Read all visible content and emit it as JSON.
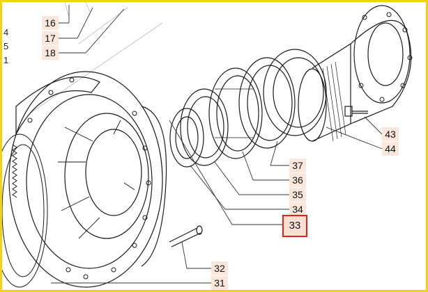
{
  "diagram": {
    "callouts": [
      {
        "id": "c16",
        "label": "16"
      },
      {
        "id": "c17",
        "label": "17"
      },
      {
        "id": "c18",
        "label": "18"
      },
      {
        "id": "c43",
        "label": "43"
      },
      {
        "id": "c44",
        "label": "44"
      },
      {
        "id": "c37",
        "label": "37"
      },
      {
        "id": "c36",
        "label": "36"
      },
      {
        "id": "c35",
        "label": "35"
      },
      {
        "id": "c34",
        "label": "34"
      },
      {
        "id": "c33",
        "label": "33",
        "highlighted": true
      },
      {
        "id": "c32",
        "label": "32"
      },
      {
        "id": "c31",
        "label": "31"
      }
    ],
    "edge_labels": {
      "a": "4",
      "b": "5",
      "c": "1"
    },
    "colors": {
      "frame": "#f2d313",
      "highlight": "#e02020",
      "label_bg": "#fbe7dc",
      "line": "#1a1a1a"
    }
  }
}
